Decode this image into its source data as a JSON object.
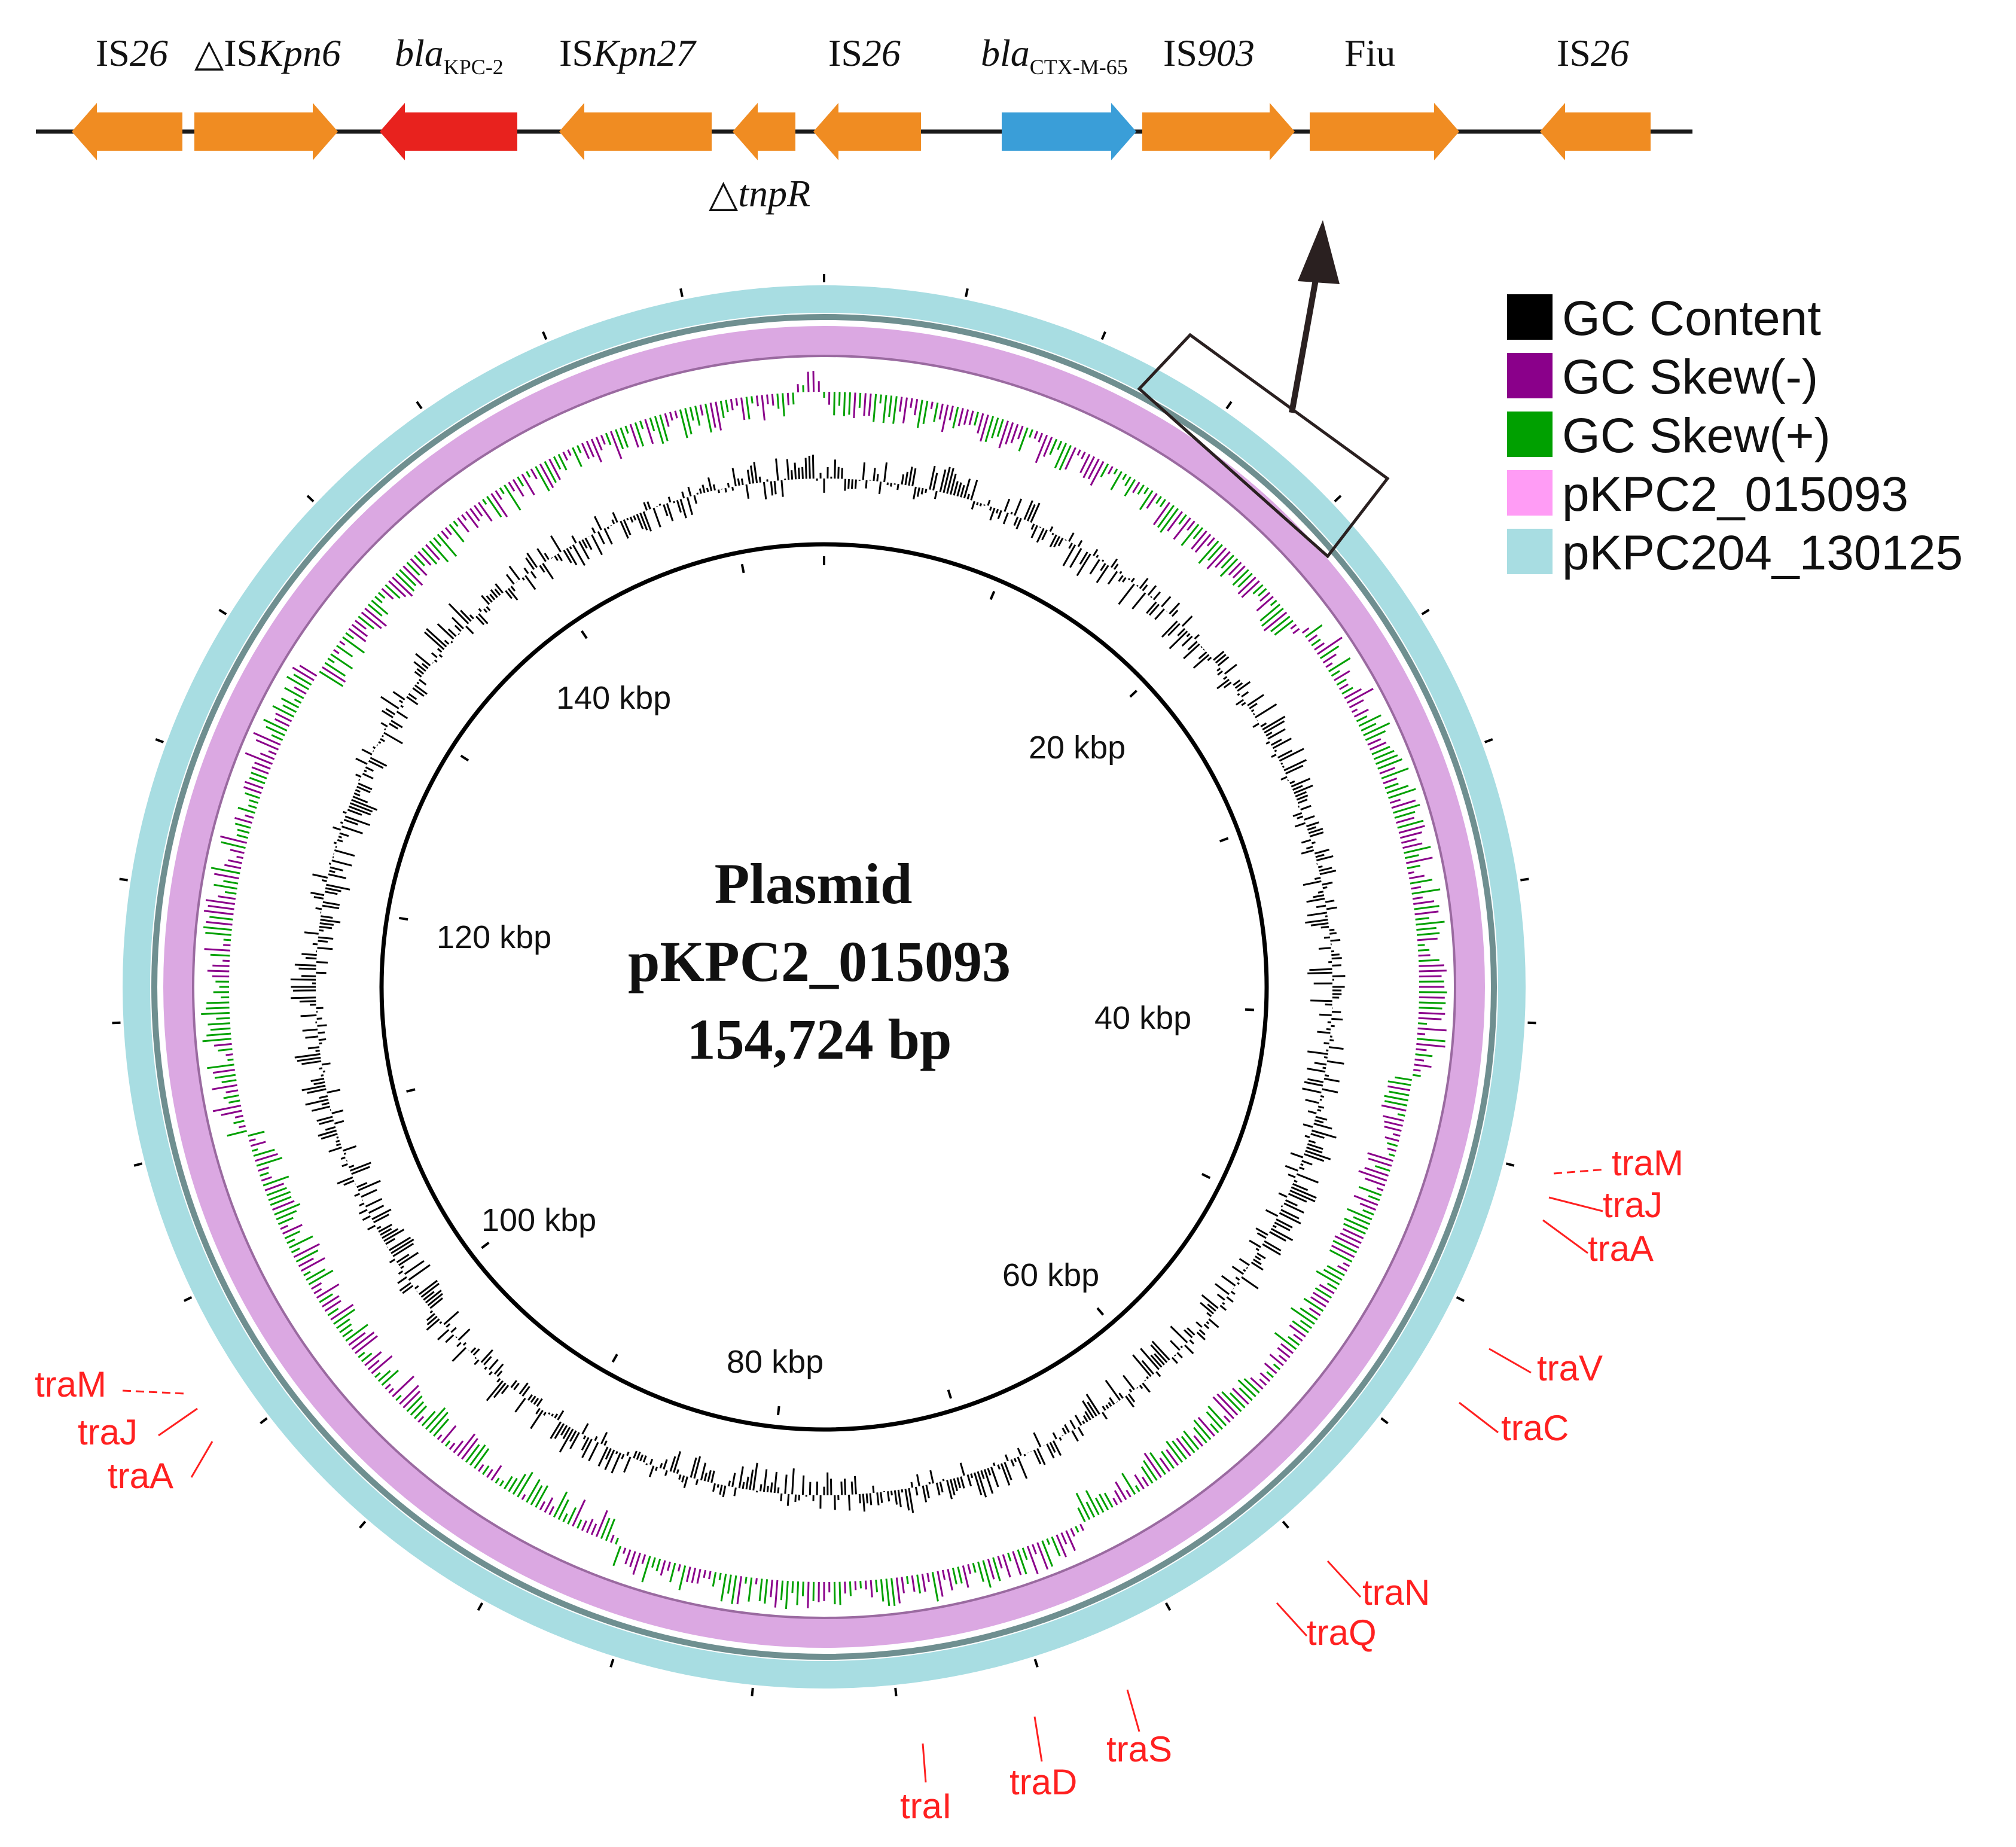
{
  "gene_map": {
    "genes": [
      {
        "name": "IS26",
        "color": "#f08c22",
        "direction": "left"
      },
      {
        "name": "△ISKpn6",
        "color": "#f08c22",
        "direction": "right"
      },
      {
        "name": "blaKPC-2",
        "color": "#e8221e",
        "direction": "left"
      },
      {
        "name": "ISKpn27",
        "color": "#f08c22",
        "direction": "left"
      },
      {
        "name": "△tnpR",
        "color": "#f08c22",
        "direction": "left"
      },
      {
        "name": "IS26",
        "color": "#f08c22",
        "direction": "left"
      },
      {
        "name": "blaCTX-M-65",
        "color": "#3a9ed8",
        "direction": "right"
      },
      {
        "name": "IS903",
        "color": "#f08c22",
        "direction": "right"
      },
      {
        "name": "Fiu",
        "color": "#f08c22",
        "direction": "right"
      },
      {
        "name": "IS26",
        "color": "#f08c22",
        "direction": "left"
      }
    ],
    "labels": {
      "is26_a": "IS26",
      "iskpn6": "△ISKpn6",
      "bla_kpc_main": "bla",
      "bla_kpc_sub": "KPC-2",
      "iskpn27": "ISKpn27",
      "tnpr": "△tnpR",
      "is26_b": "IS26",
      "bla_ctx_main": "bla",
      "bla_ctx_sub": "CTX-M-65",
      "is903": "IS903",
      "fiu": "Fiu",
      "is26_c": "IS26"
    }
  },
  "plasmid": {
    "title_line1": "Plasmid",
    "title_line2": "pKPC2_015093",
    "title_line3": "154,724 bp",
    "total_bp": 154724,
    "kbp_marks": [
      "20 kbp",
      "40 kbp",
      "60 kbp",
      "80 kbp",
      "100 kbp",
      "120 kbp",
      "140 kbp"
    ]
  },
  "legend": {
    "items": [
      {
        "label": "GC Content",
        "color": "#000000"
      },
      {
        "label": "GC Skew(-)",
        "color": "#8a008a"
      },
      {
        "label": "GC Skew(+)",
        "color": "#00a000"
      },
      {
        "label": "pKPC2_015093",
        "color": "#ff9cf5"
      },
      {
        "label": "pKPC204_130125",
        "color": "#a8dde2"
      }
    ]
  },
  "tra_genes": {
    "right_upper": [
      "traM",
      "traJ",
      "traA"
    ],
    "right_middle": [
      "traV",
      "traC"
    ],
    "bottom": [
      "traN",
      "traQ",
      "traS",
      "traD",
      "traI"
    ],
    "left": [
      "traM",
      "traJ",
      "traA"
    ]
  }
}
